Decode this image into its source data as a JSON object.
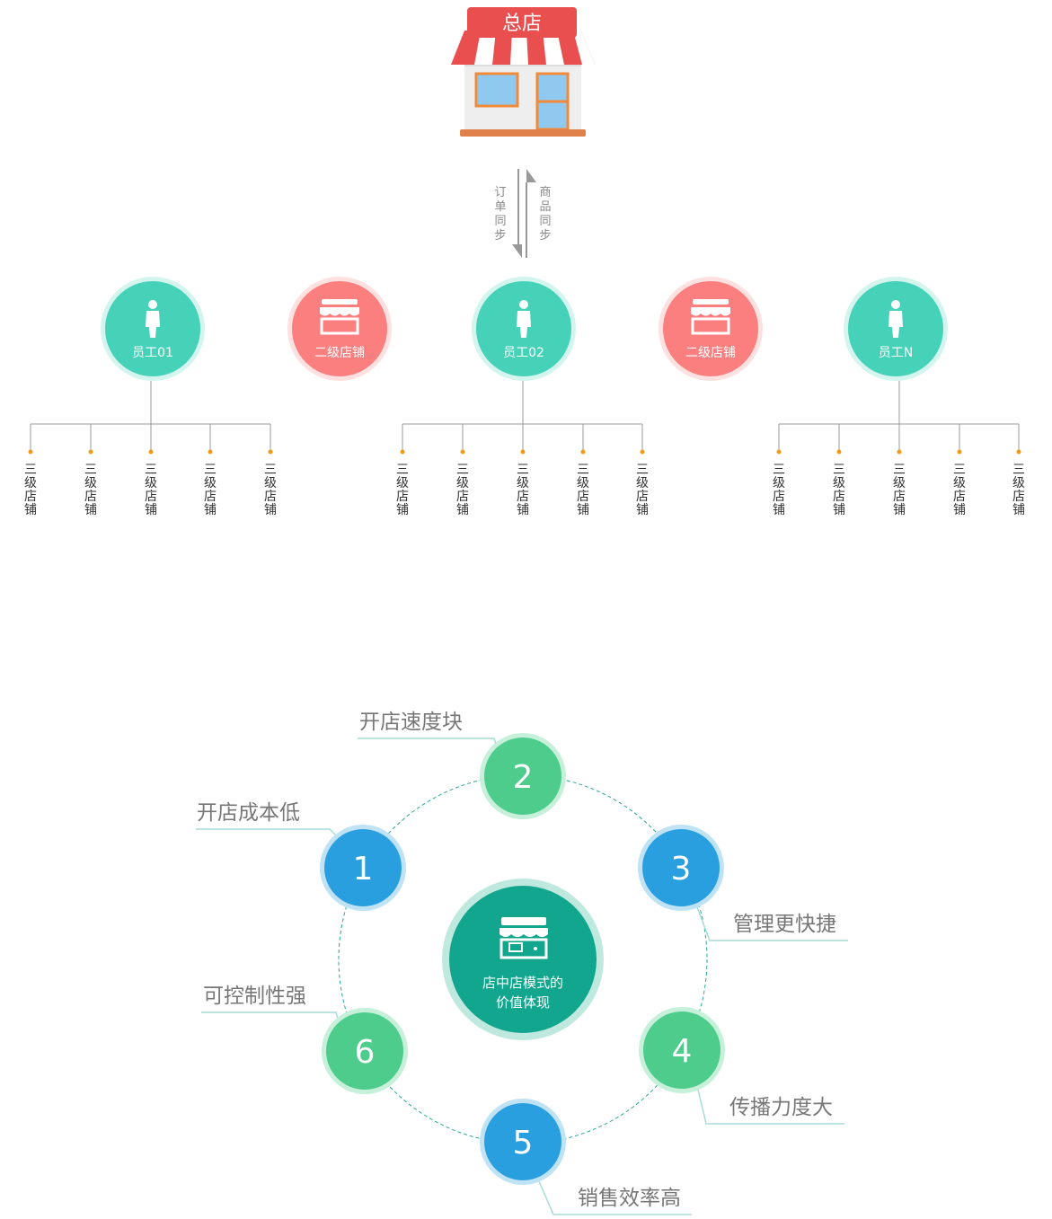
{
  "hq": {
    "label": "总店"
  },
  "sync": {
    "down_label": [
      "订",
      "单",
      "同",
      "步"
    ],
    "up_label": [
      "商",
      "品",
      "同",
      "步"
    ]
  },
  "nodes": [
    {
      "type": "employee",
      "label": "员工01"
    },
    {
      "type": "store",
      "label": "二级店铺"
    },
    {
      "type": "employee",
      "label": "员工02"
    },
    {
      "type": "store",
      "label": "二级店铺"
    },
    {
      "type": "employee",
      "label": "员工N"
    }
  ],
  "tertiary_label": [
    "三",
    "级",
    "店",
    "铺"
  ],
  "tertiary_per_group": 5,
  "value": {
    "center_label": [
      "店中店模式的",
      "价值体现"
    ],
    "items": [
      {
        "num": "1",
        "label": "开店成本低",
        "color": "blue"
      },
      {
        "num": "2",
        "label": "开店速度块",
        "color": "green"
      },
      {
        "num": "3",
        "label": "管理更快捷",
        "color": "blue"
      },
      {
        "num": "4",
        "label": "传播力度大",
        "color": "green"
      },
      {
        "num": "5",
        "label": "销售效率高",
        "color": "blue"
      },
      {
        "num": "6",
        "label": "可控制性强",
        "color": "green"
      }
    ]
  },
  "colors": {
    "teal": "#46d1b9",
    "teal_ring": "#d4f5ee",
    "pink": "#fb7f7f",
    "pink_ring": "#fde1e1",
    "blue": "#2a9fe0",
    "blue_ring": "#bfe3f5",
    "green": "#4dcc8c",
    "green_ring": "#c6f0da",
    "center": "#13a68e",
    "center_ring": "#bfe9df",
    "orange_dot": "#f29a17",
    "line": "#999999",
    "text": "#444444",
    "label_gray": "#777777",
    "underline": "#a8dcd8"
  }
}
